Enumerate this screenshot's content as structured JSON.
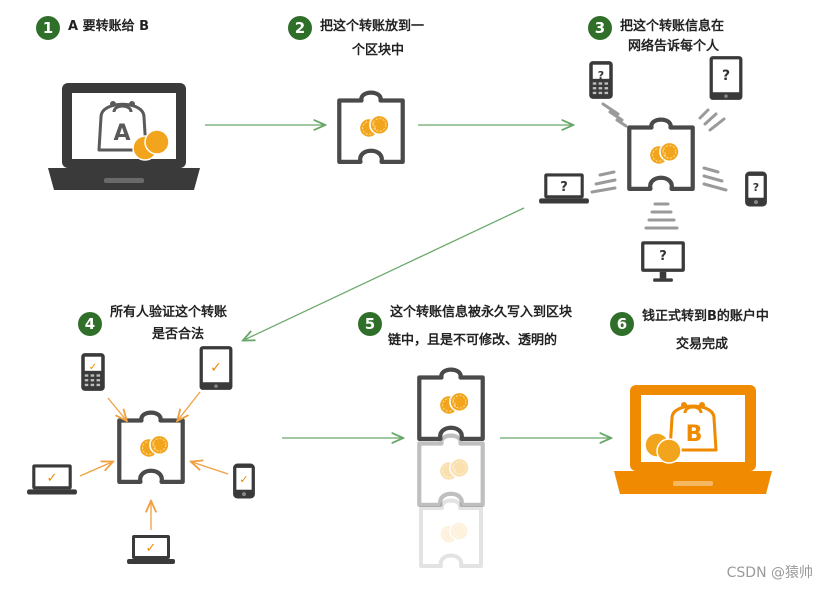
{
  "steps": [
    {
      "number": "1",
      "text_line1": "A 要转账给 B",
      "text_line2": ""
    },
    {
      "number": "2",
      "text_line1": "把这个转账放到一",
      "text_line2": "个区块中"
    },
    {
      "number": "3",
      "text_line1": "把这个转账信息在",
      "text_line2": "网络告诉每个人"
    },
    {
      "number": "4",
      "text_line1": "所有人验证这个转账",
      "text_line2": "是否合法"
    },
    {
      "number": "5",
      "text_line1": "这个转账信息被永久写入到区块",
      "text_line2": "链中，且是不可修改、透明的"
    },
    {
      "number": "6",
      "text_line1": "钱正式转到B的账户中",
      "text_line2": "交易完成"
    }
  ],
  "icons": {
    "laptop_a_letter": "A",
    "laptop_b_letter": "B",
    "unknown_mark": "?",
    "check_mark": "✓"
  },
  "colors": {
    "badge_green": "#2f6f2a",
    "arrow_green": "#6aa86a",
    "device_dark": "#3a3a3a",
    "coin_orange": "#f2a51c",
    "laptop_orange": "#f08a00",
    "arrow_orange": "#f0a040"
  },
  "watermark": "CSDN @猿帅"
}
